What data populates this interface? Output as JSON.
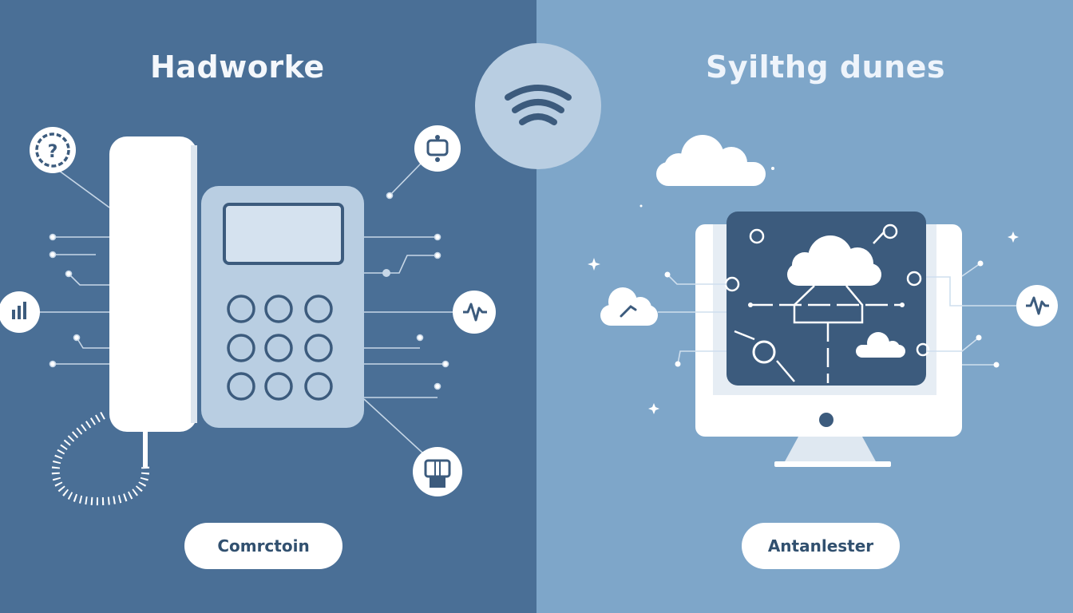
{
  "left_panel": {
    "title": "Hadworke",
    "button_label": "Comrctoin"
  },
  "right_panel": {
    "title": "Syilthg dunes",
    "button_label": "Antanlester"
  },
  "icons": {
    "center": "wifi-icon",
    "left_top_left": "timer-icon",
    "left_top_right": "router-icon",
    "left_mid": "audio-bars-icon",
    "left_mid_right": "signal-icon",
    "left_bottom_right": "fax-icon",
    "right_mid_left": "cloud-icon",
    "right_mid_right": "signal-icon"
  },
  "colors": {
    "left_bg": "#4a6f96",
    "right_bg": "#7ea6c9",
    "accent_dark": "#3c5b7d",
    "light": "#ffffff"
  }
}
